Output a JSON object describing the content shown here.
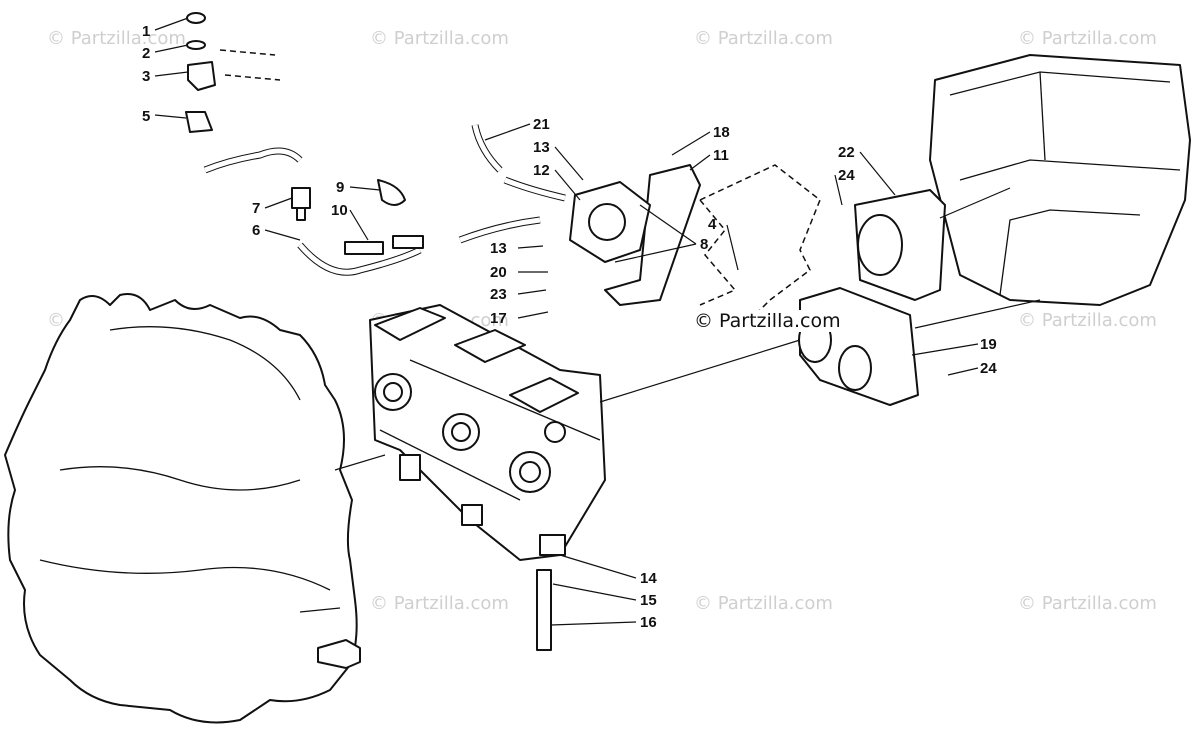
{
  "watermark": "© Partzilla.com",
  "callouts": [
    "1",
    "2",
    "3",
    "5",
    "7",
    "6",
    "9",
    "10",
    "21",
    "13",
    "12",
    "18",
    "11",
    "22",
    "24",
    "4",
    "8",
    "13",
    "20",
    "23",
    "17",
    "19",
    "24",
    "14",
    "15",
    "16"
  ]
}
